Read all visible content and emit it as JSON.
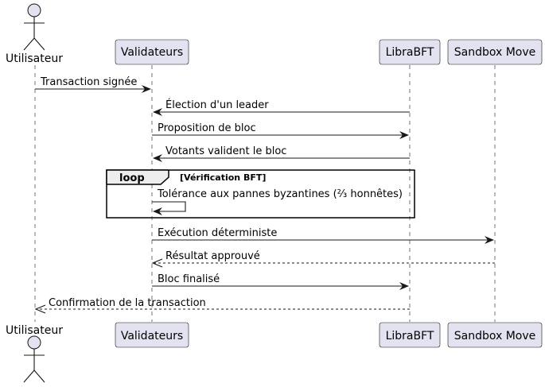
{
  "participants": {
    "user": "Utilisateur",
    "validators": "Validateurs",
    "librabft": "LibraBFT",
    "sandbox": "Sandbox Move"
  },
  "messages": {
    "m1": "Transaction signée",
    "m2": "Élection d'un leader",
    "m3": "Proposition de bloc",
    "m4": "Votants valident le bloc",
    "m5": "Tolérance aux pannes byzantines (⅔ honnêtes)",
    "m6": "Exécution déterministe",
    "m7": "Résultat approuvé",
    "m8": "Bloc finalisé",
    "m9": "Confirmation de la transaction"
  },
  "loop": {
    "keyword": "loop",
    "guard": "[Vérification BFT]"
  },
  "colors": {
    "participant_fill": "#E2E2F0",
    "stroke": "#181818"
  }
}
